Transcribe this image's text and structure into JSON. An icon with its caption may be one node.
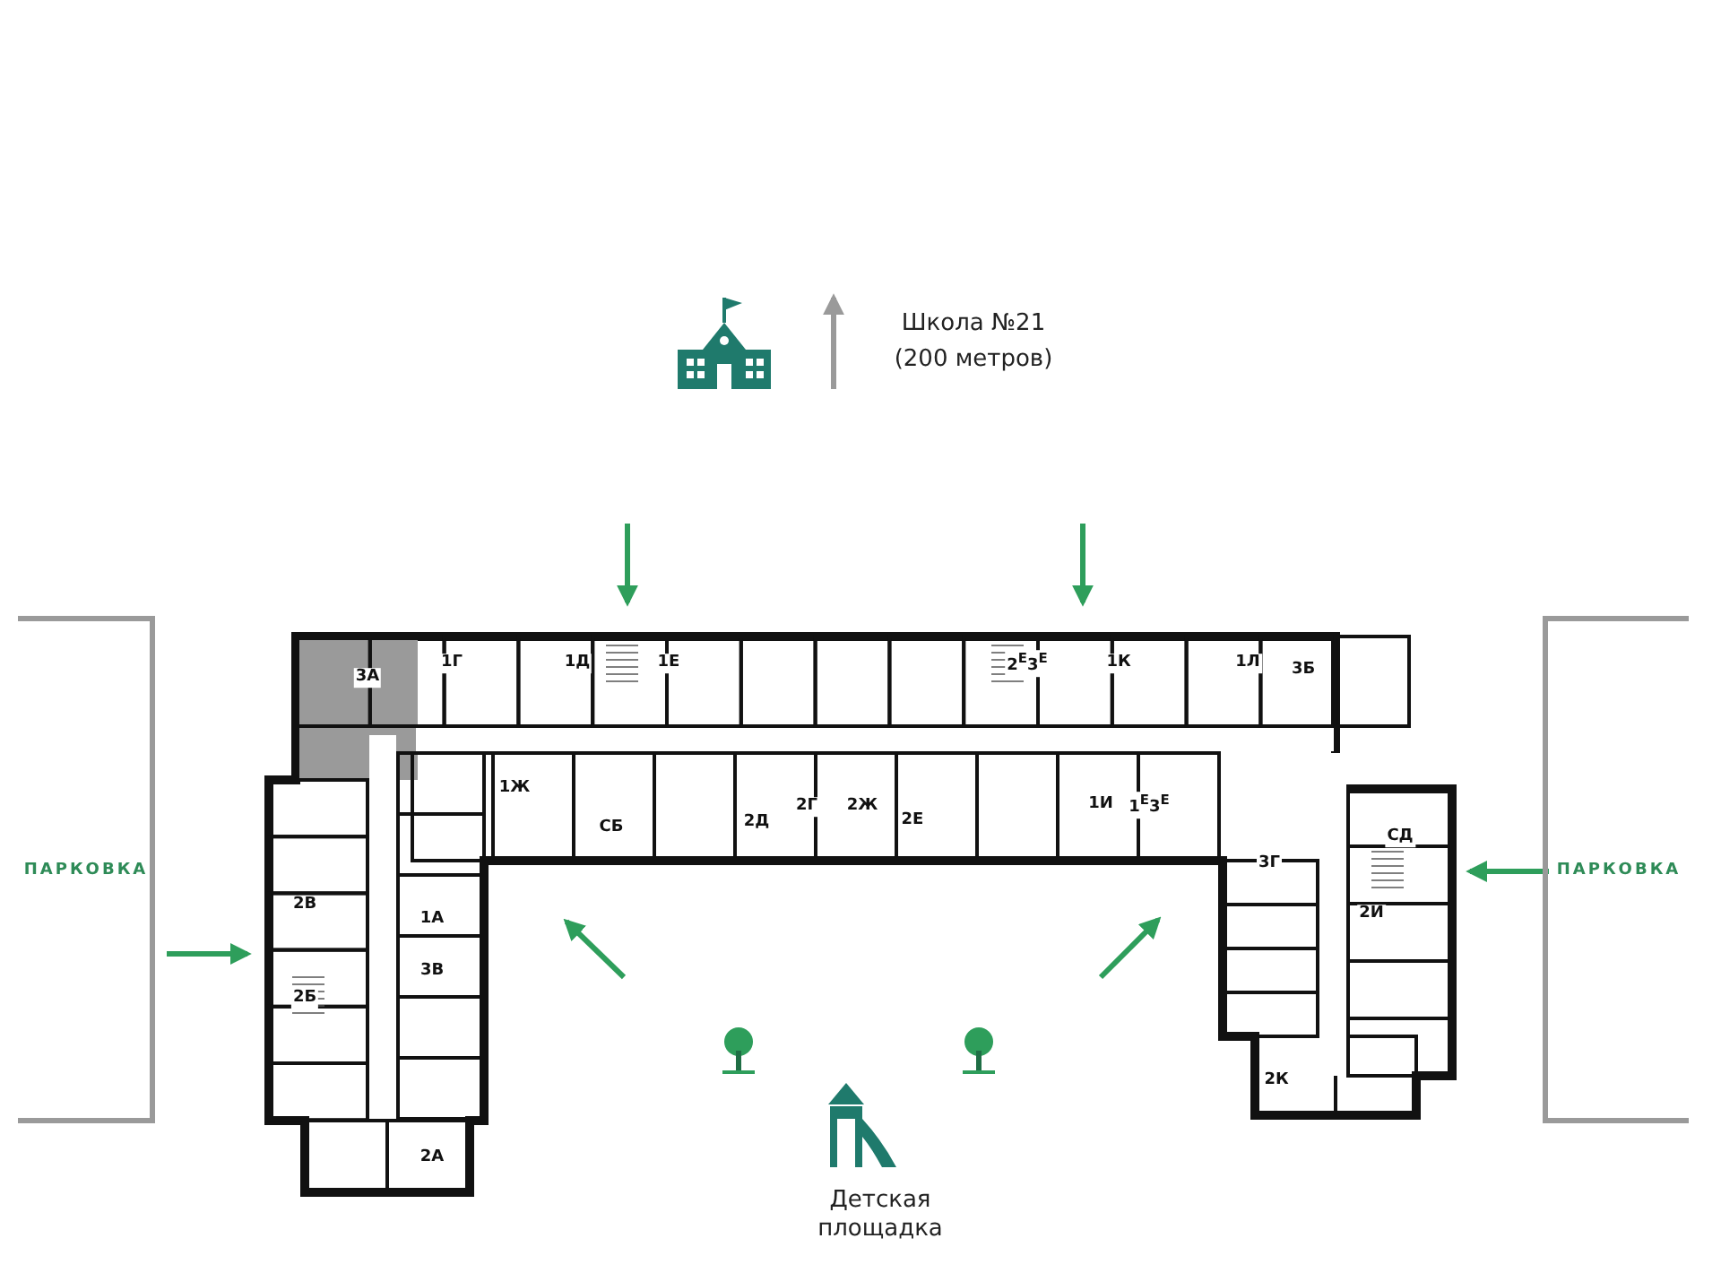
{
  "diagram": {
    "labels": [
      "Школа №21",
      "(200 метров)",
      "3А",
      "1Г",
      "1Д",
      "1Е",
      "2$^{Е}$3$^{Е}$",
      "1К",
      "1Л",
      "3Б",
      "1Ж",
      "СБ",
      "2Д",
      "2Г",
      "2Ж",
      "2Е",
      "1И",
      "1$^{Е}$3$^{Е}$",
      "СД",
      "ПАРКОВКА",
      "ПАРКОВКА",
      "3Г",
      "2В",
      "1А",
      "2И",
      "3В",
      "2Б",
      "2К",
      "2А",
      "Детская площадка"
    ]
  }
}
